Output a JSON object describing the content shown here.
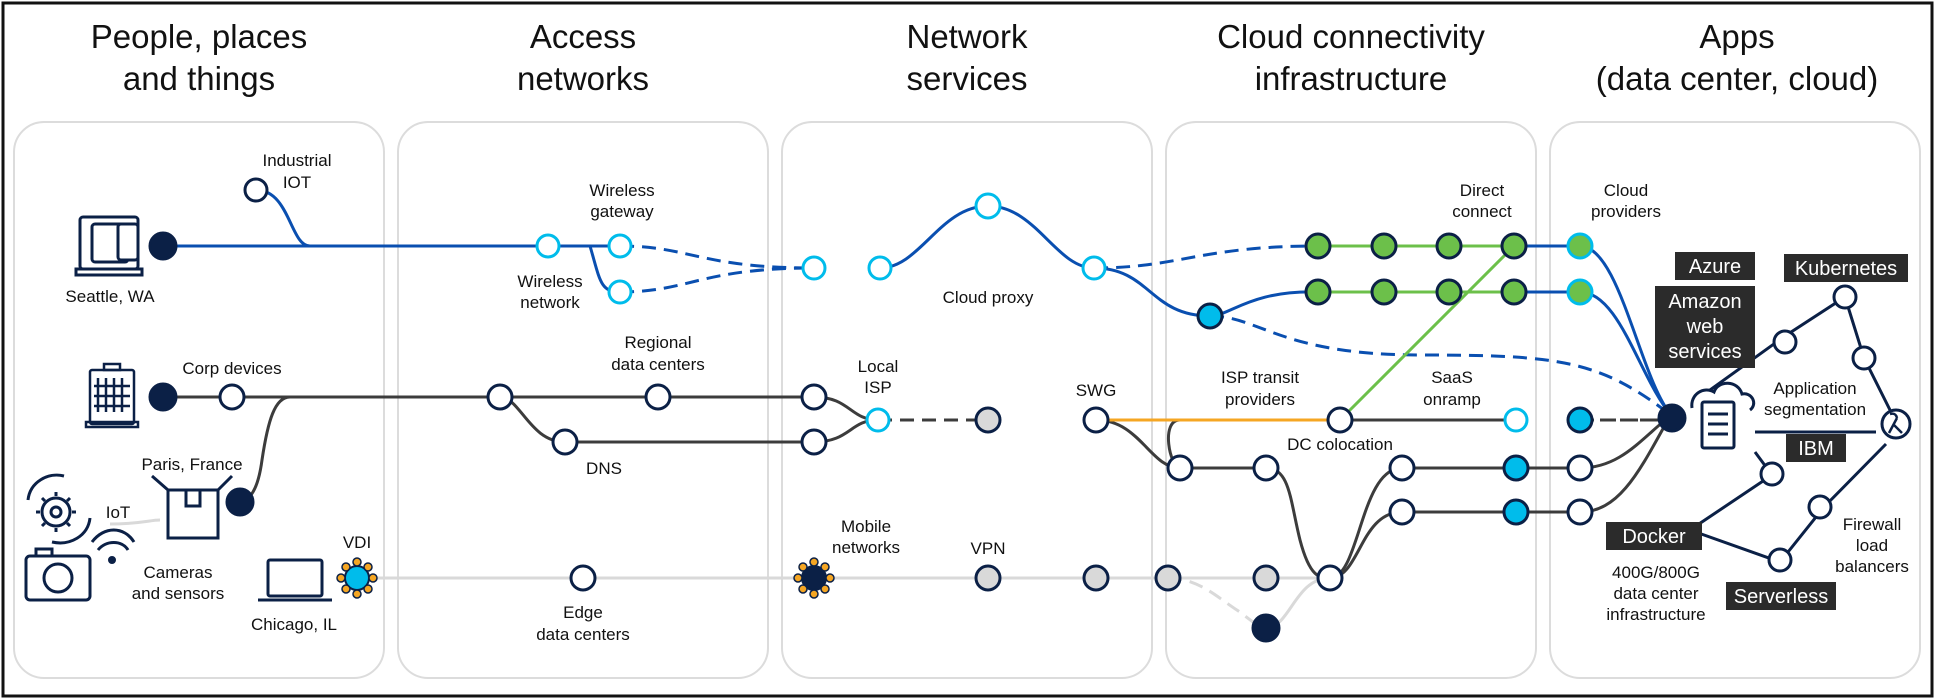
{
  "columns": [
    {
      "title_line1": "People, places",
      "title_line2": "and things"
    },
    {
      "title_line1": "Access",
      "title_line2": "networks"
    },
    {
      "title_line1": "Network",
      "title_line2": "services"
    },
    {
      "title_line1": "Cloud connectivity",
      "title_line2": "infrastructure"
    },
    {
      "title_line1": "Apps",
      "title_line2": "(data center, cloud)"
    }
  ],
  "people": {
    "industrial_iot": [
      "Industrial",
      "IOT"
    ],
    "seattle": "Seattle, WA",
    "corp_devices": "Corp devices",
    "paris": "Paris, France",
    "iot": "IoT",
    "cameras": [
      "Cameras",
      "and sensors"
    ],
    "chicago": "Chicago, IL",
    "vdi": "VDI"
  },
  "access": {
    "wireless_gateway": [
      "Wireless",
      "gateway"
    ],
    "wireless_network": [
      "Wireless",
      "network"
    ],
    "regional_dc": [
      "Regional",
      "data centers"
    ],
    "dns": "DNS",
    "edge_dc": [
      "Edge",
      "data centers"
    ]
  },
  "services": {
    "cloud_proxy": "Cloud proxy",
    "local_isp": [
      "Local",
      "ISP"
    ],
    "swg": "SWG",
    "mobile_networks": [
      "Mobile",
      "networks"
    ],
    "vpn": "VPN"
  },
  "cloud_conn": {
    "direct_connect": [
      "Direct",
      "connect"
    ],
    "isp_transit": [
      "ISP transit",
      "providers"
    ],
    "saas_onramp": [
      "SaaS",
      "onramp"
    ],
    "dc_colocation": "DC colocation"
  },
  "apps": {
    "cloud_providers": [
      "Cloud",
      "providers"
    ],
    "azure": "Azure",
    "kubernetes": "Kubernetes",
    "aws": [
      "Amazon",
      "web",
      "services"
    ],
    "app_segmentation": [
      "Application",
      "segmentation"
    ],
    "ibm": "IBM",
    "docker": "Docker",
    "firewall": [
      "Firewall",
      "load",
      "balancers"
    ],
    "dc_infra": [
      "400G/800G",
      "data center",
      "infrastructure"
    ],
    "serverless": "Serverless"
  },
  "colors": {
    "navy": "#0b2046",
    "blue_line": "#0a4fb0",
    "gray_line": "#3c3c3c",
    "light_line": "#d9d9d9",
    "cyan": "#00bceb",
    "green": "#6cc04a",
    "orange": "#f5a623",
    "panel_border": "#dcdcdc"
  }
}
